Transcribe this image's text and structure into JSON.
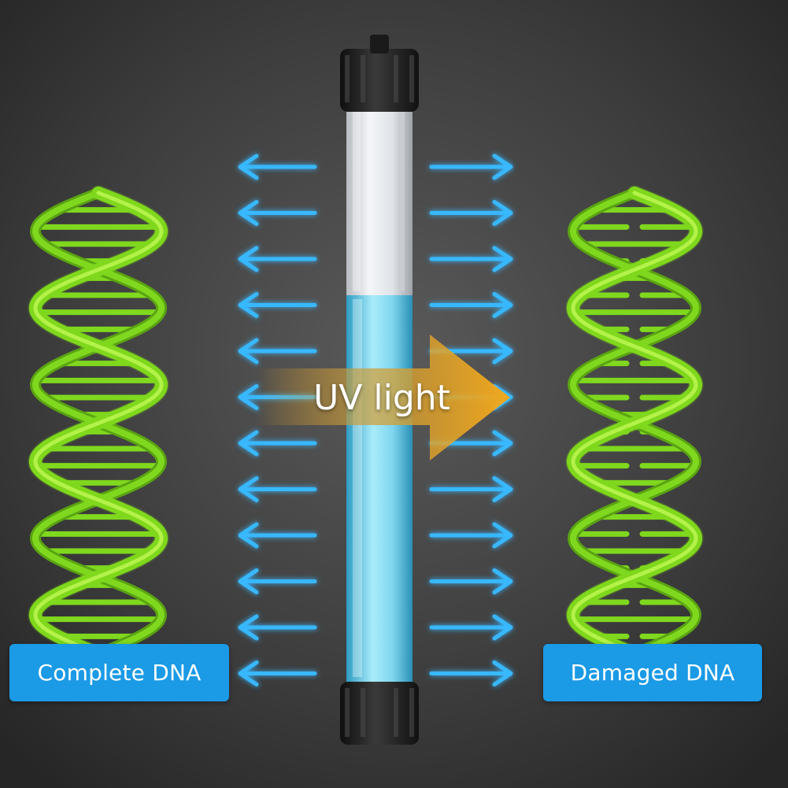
{
  "labels": {
    "left": "Complete DNA",
    "right": "Damaged DNA",
    "uv": "UV light"
  },
  "colors": {
    "background_center": "#5a5a5a",
    "background_edge": "#262626",
    "dna_green": "#7fd81e",
    "dna_green_light": "#b4f24a",
    "uv_arrow_cyan": "#38b8ff",
    "label_blue": "#1b9ae6",
    "uv_arrow_orange": "#f2a81c",
    "tube_cap": "#1e1e1e",
    "tube_glow": "#7fd6ee"
  },
  "icons": {
    "uv_emission_arrows": "arrow-icon",
    "main_arrow": "arrow-right-icon"
  }
}
